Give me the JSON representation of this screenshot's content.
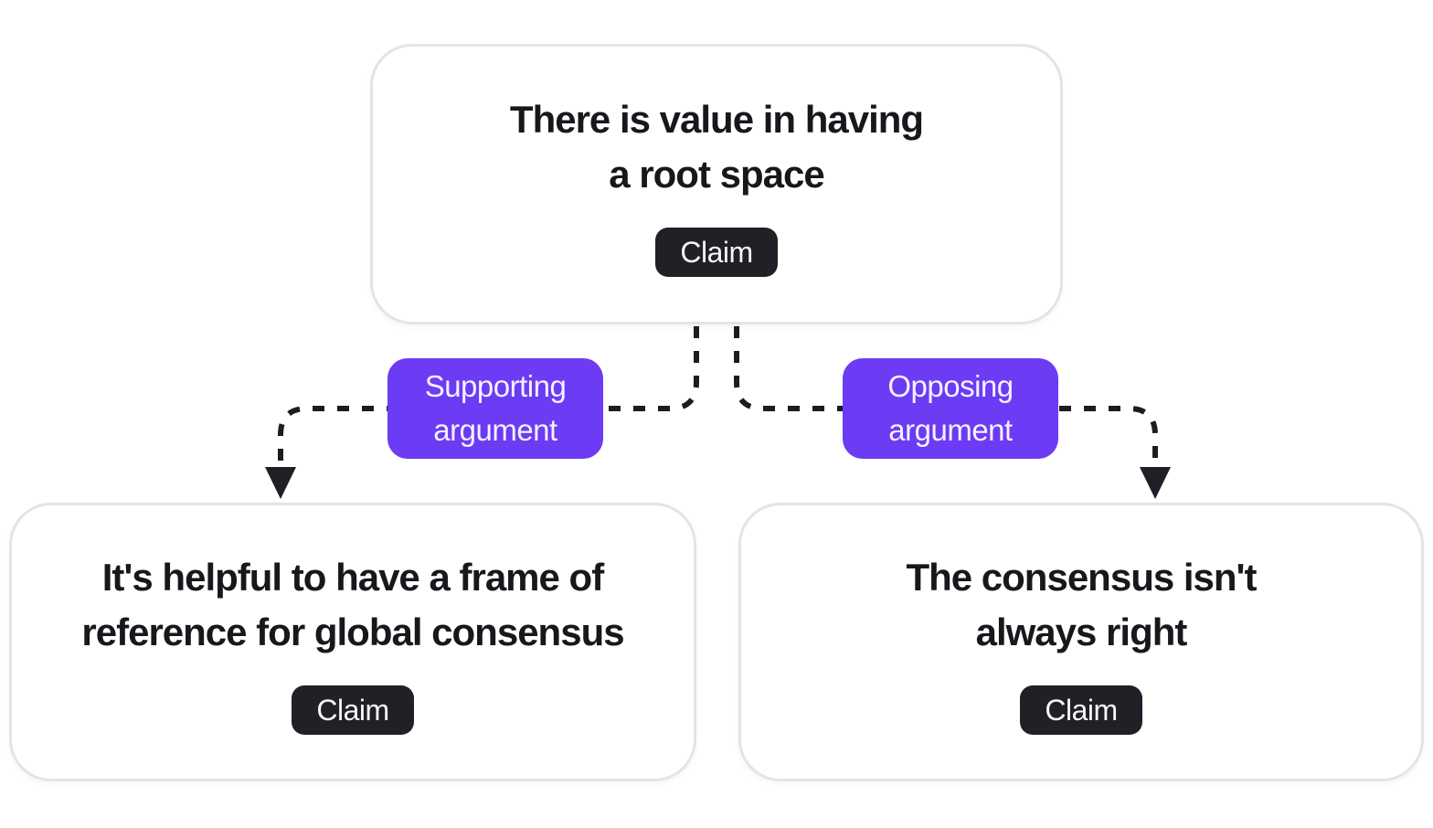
{
  "diagram": {
    "nodes": {
      "root": {
        "lines": [
          "There is value in having",
          "a root space"
        ],
        "badge": "Claim"
      },
      "supporting_child": {
        "lines": [
          "It's helpful to have a frame of",
          "reference for global consensus"
        ],
        "badge": "Claim"
      },
      "opposing_child": {
        "lines": [
          "The consensus isn't",
          "always right"
        ],
        "badge": "Claim"
      }
    },
    "edges": {
      "supporting": {
        "label": "Supporting argument"
      },
      "opposing": {
        "label": "Opposing argument"
      }
    },
    "colors": {
      "background": "#ffffff",
      "card_border": "#e4e4e4",
      "card_text": "#17181c",
      "claim_badge_bg": "#1f2126",
      "claim_badge_text": "#f5f5f5",
      "edge_label_bg": "#6c3bf4",
      "edge_label_text": "#f4f0fe",
      "connector": "#1b1d22"
    }
  }
}
